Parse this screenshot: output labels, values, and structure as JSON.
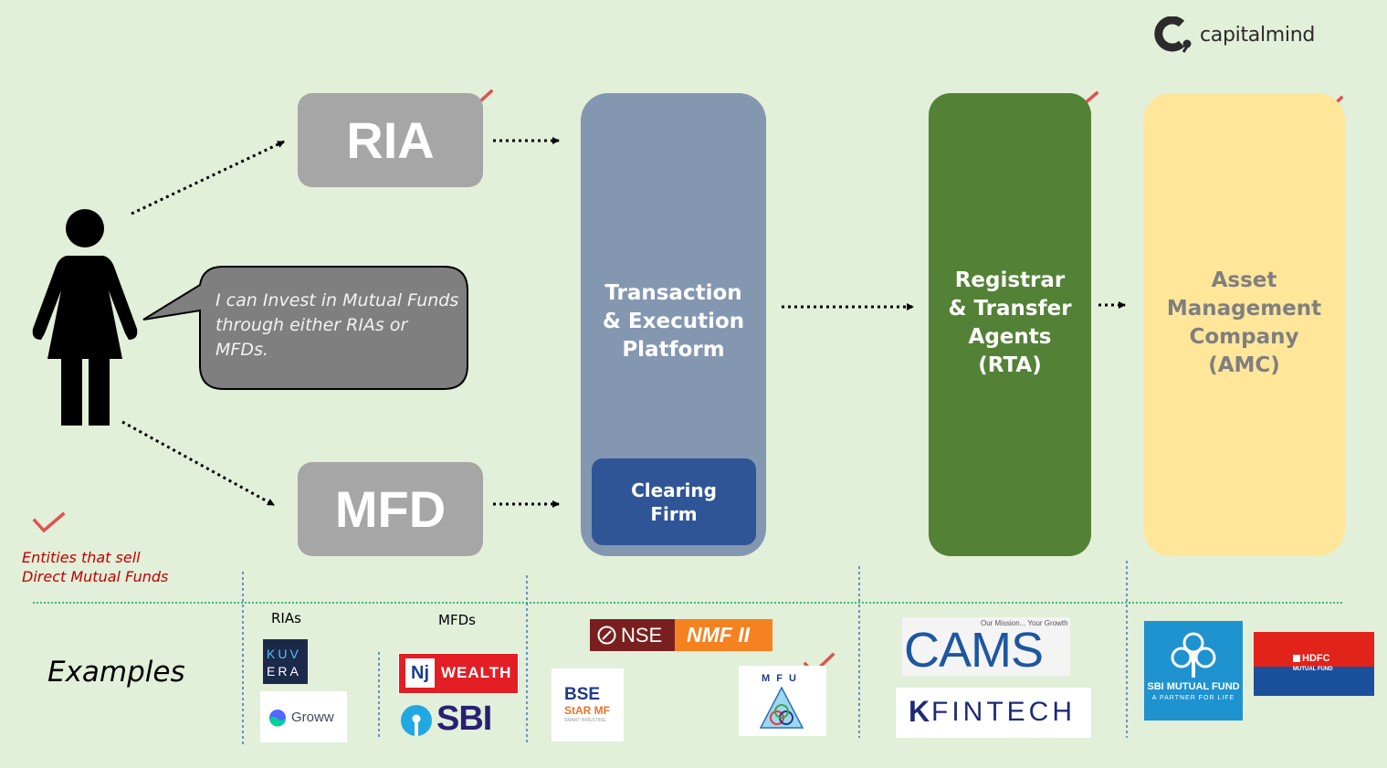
{
  "brand": {
    "name": "capitalmind"
  },
  "bubble": {
    "text": "I can Invest in Mutual Funds through either RIAs or MFDs."
  },
  "boxes": {
    "ria": "RIA",
    "mfd": "MFD",
    "platform": [
      "Transaction",
      "& Execution",
      "Platform"
    ],
    "clearing": [
      "Clearing",
      "Firm"
    ],
    "rta": [
      "Registrar",
      "& Transfer",
      "Agents",
      "(RTA)"
    ],
    "amc": [
      "Asset",
      "Management",
      "Company",
      "(AMC)"
    ]
  },
  "legend": {
    "line1": "Entities that sell",
    "line2": "Direct Mutual Funds"
  },
  "examples": {
    "label": "Examples",
    "rias_label": "RIAs",
    "mfds_label": "MFDs",
    "logos": {
      "kuvera_top": "KUV",
      "kuvera_bottom": "ERA",
      "groww": "Groww",
      "nj": "Nj",
      "nj_wealth": "WEALTH",
      "sbi": "SBI",
      "nse": "NSE",
      "nmf": "NMF II",
      "bse": "BSE",
      "bse_star": "StAR MF",
      "bse_tag": "SMART INVESTING",
      "mfu": "M F U",
      "cams_tag": "Our Mission... Your Growth",
      "cams": "CAMS",
      "kfintech": "FINTECH",
      "kfintech_k": "K",
      "sbimf": "SBI MUTUAL FUND",
      "sbimf_tag": "A PARTNER FOR LIFE",
      "hdfc": "HDFC",
      "hdfc_sub": "MUTUAL FUND"
    }
  },
  "colors": {
    "background": "#e2efd9",
    "ria_mfd_box": "#a6a6a6",
    "platform": "#8497b0",
    "clearing": "#2f5597",
    "rta": "#538135",
    "amc": "#ffe699",
    "check": "#e0524e",
    "legend_text": "#c00000",
    "separator": "#00b050"
  },
  "icons": {
    "person": "woman-figure-icon",
    "check": "check-icon",
    "arrow": "dotted-arrow-icon"
  }
}
